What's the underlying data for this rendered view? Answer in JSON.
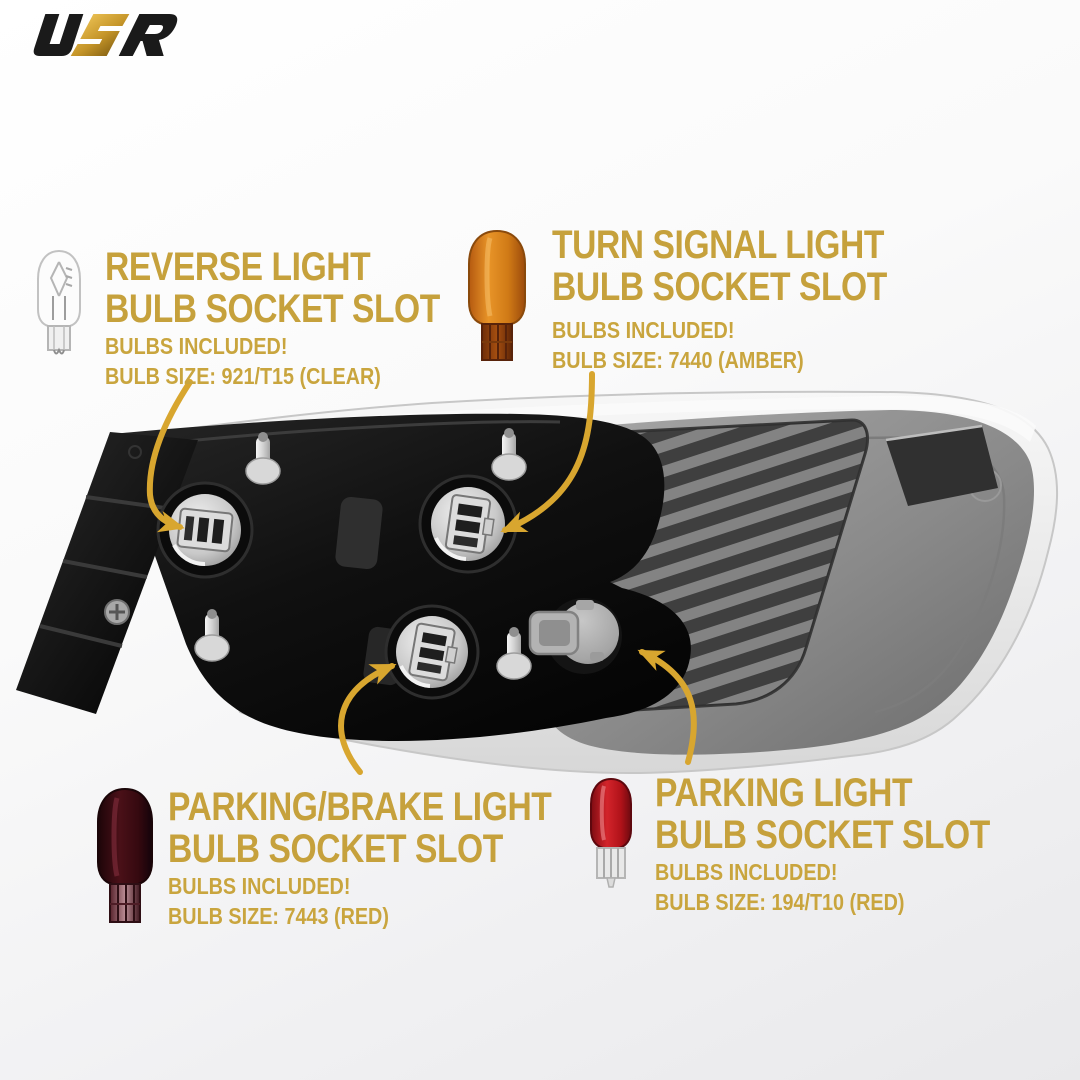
{
  "logo": {
    "brand": "USR"
  },
  "colors": {
    "gold_text": "#C6A13C",
    "gold_arrow": "#D8A62F",
    "amber_bulb": "#D9861F",
    "red_bulb": "#C01620",
    "dark_red_bulb": "#3F0C12",
    "clear_bulb": "#F4F4F4"
  },
  "callouts": {
    "reverse": {
      "title": "REVERSE LIGHT\nBULB SOCKET SLOT",
      "included": "BULBS INCLUDED!",
      "size": "BULB SIZE: 921/T15 (CLEAR)",
      "bulb_icon": "clear-wedge-bulb"
    },
    "turn_signal": {
      "title": "TURN SIGNAL LIGHT\nBULB SOCKET SLOT",
      "included": "BULBS INCLUDED!",
      "size": "BULB SIZE: 7440 (AMBER)",
      "bulb_icon": "amber-wedge-bulb"
    },
    "parking_brake": {
      "title": "PARKING/BRAKE LIGHT\nBULB SOCKET SLOT",
      "included": "BULBS INCLUDED!",
      "size": "BULB SIZE: 7443 (RED)",
      "bulb_icon": "dark-red-wedge-bulb"
    },
    "parking": {
      "title": "PARKING LIGHT\nBULB SOCKET SLOT",
      "included": "BULBS INCLUDED!",
      "size": "BULB SIZE: 194/T10 (RED)",
      "bulb_icon": "small-red-wedge-bulb"
    }
  }
}
